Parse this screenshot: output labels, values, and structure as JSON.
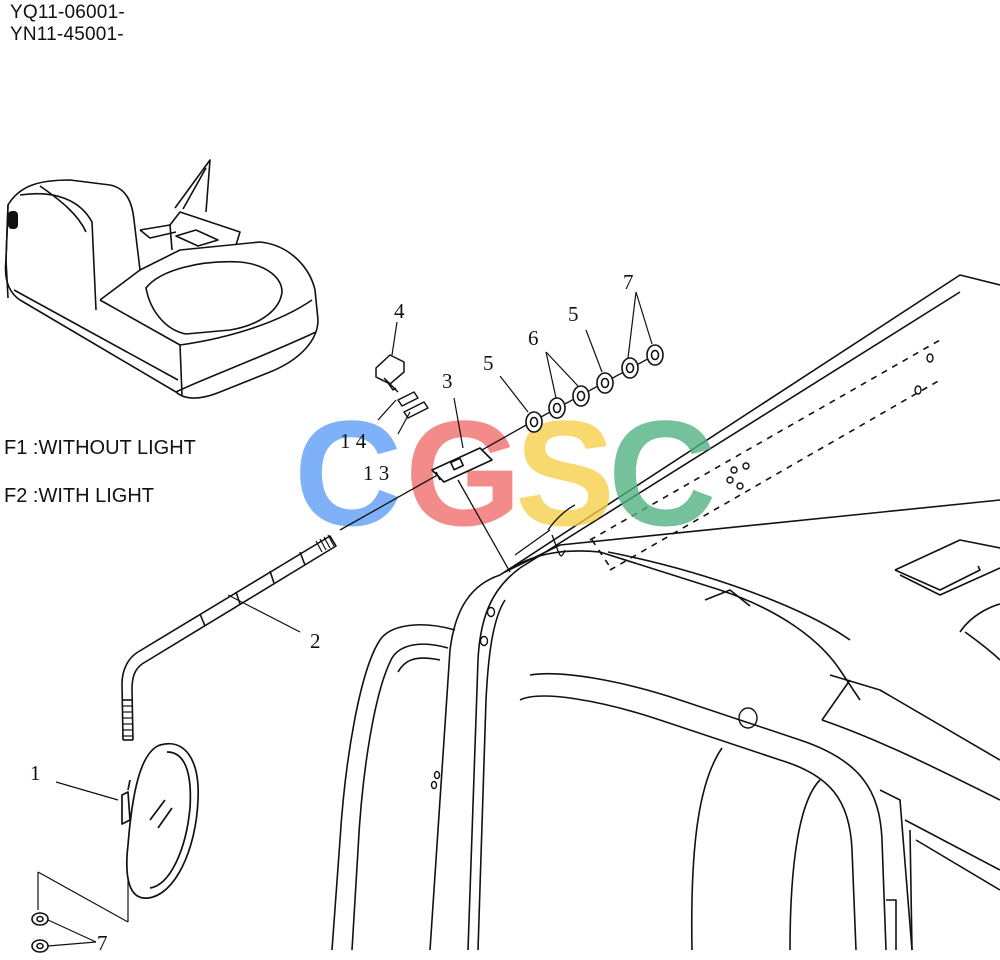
{
  "header": {
    "serials": [
      "YQ11-06001-",
      "YN11-45001-"
    ]
  },
  "legend": [
    {
      "code": "F1",
      "text": "F1 :WITHOUT LIGHT"
    },
    {
      "code": "F2",
      "text": "F2 :WITH LIGHT"
    }
  ],
  "callouts": {
    "c1": "1",
    "c2": "2",
    "c3a": "3",
    "c3b": "1 3",
    "c4a": "4",
    "c4b": "1 4",
    "c5a": "5",
    "c5b": "5",
    "c6": "6",
    "c7a": "7",
    "c7b": "7"
  },
  "watermark": {
    "letters": [
      "C",
      "G",
      "S",
      "C"
    ],
    "colors": [
      "#5b9cf5",
      "#f26b6b",
      "#f7cf48",
      "#4fb07f"
    ]
  }
}
